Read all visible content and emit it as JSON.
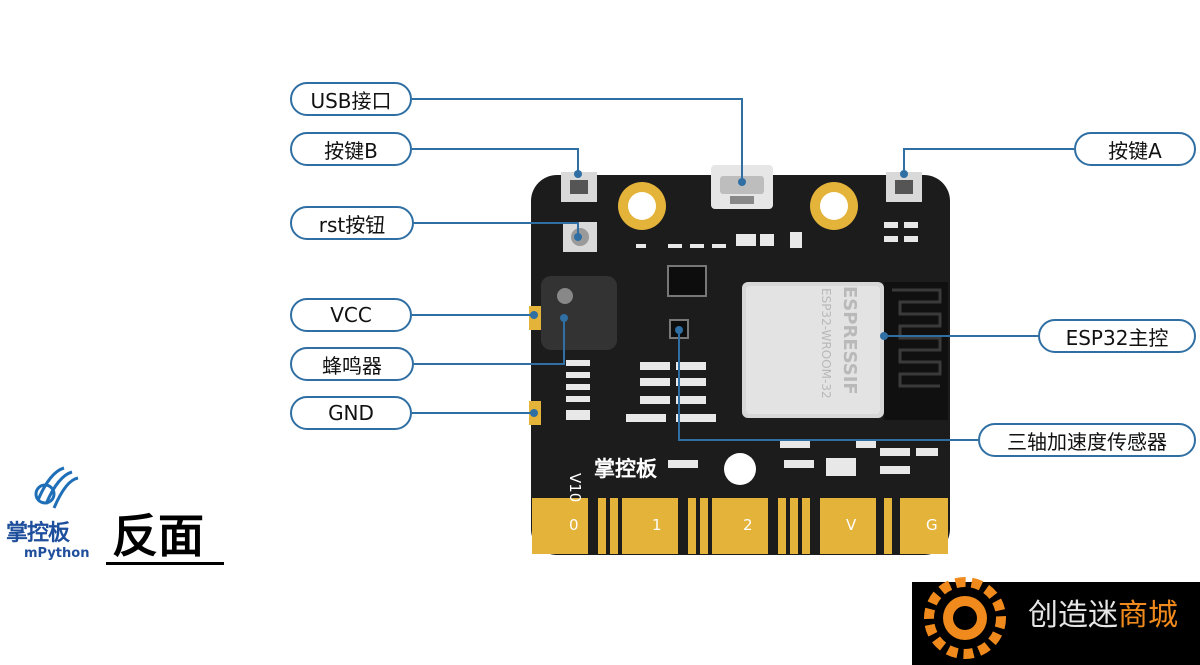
{
  "labels": {
    "usb": "USB接口",
    "button_b": "按键B",
    "button_a": "按键A",
    "rst": "rst按钮",
    "vcc": "VCC",
    "buzzer": "蜂鸣器",
    "gnd": "GND",
    "esp32": "ESP32主控",
    "accel": "三轴加速度传感器"
  },
  "board": {
    "version": "V10",
    "logo_text": "掌控板",
    "module_brand": "ESPRESSIF",
    "module_model": "ESP32-WROOM-32",
    "pins": [
      "0",
      "1",
      "2",
      "V",
      "G"
    ]
  },
  "brand": {
    "cn": "掌控板",
    "en": "mPython"
  },
  "side_title": "反面",
  "watermark": {
    "part1": "创造迷",
    "part2": "商城"
  },
  "colors": {
    "callout": "#2f6fa3",
    "board": "#1c1c1c",
    "gold": "#e3b33a"
  }
}
